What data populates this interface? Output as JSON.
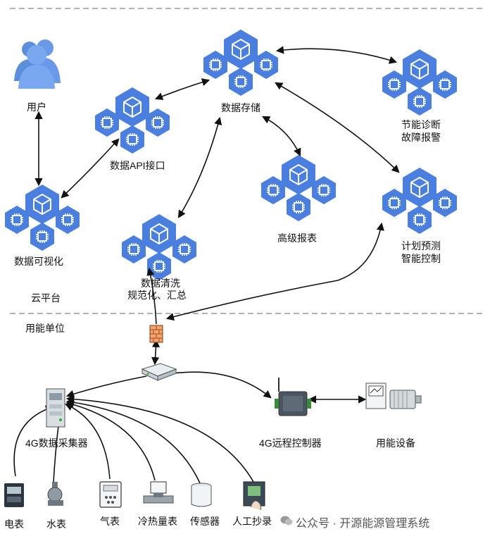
{
  "labels": {
    "user": "用户",
    "data_viz": "数据可视化",
    "data_api": "数据API接口",
    "data_storage": "数据存储",
    "energy_diag_1": "节能诊断",
    "energy_diag_2": "故障报警",
    "advanced_report": "高级报表",
    "plan_forecast_1": "计划预测",
    "plan_forecast_2": "智能控制",
    "data_clean_1": "数据清洗",
    "data_clean_2": "规范化、汇总",
    "cloud_platform": "云平台",
    "energy_unit": "用能单位",
    "collector_4g": "4G数据采集器",
    "controller_4g": "4G远程控制器",
    "energy_equipment": "用能设备",
    "meter_electric": "电表",
    "meter_water": "水表",
    "meter_gas": "气表",
    "meter_heat": "冷热量表",
    "sensor": "传感器",
    "manual_read": "人工抄录"
  },
  "watermark": "公众号 · 开源能源管理系统",
  "colors": {
    "hex_blue": "#4A7FE0",
    "hex_blue_light": "#6A99EA",
    "divider": "#999999",
    "arrow": "#111111",
    "firewall": "#E07A3A"
  }
}
